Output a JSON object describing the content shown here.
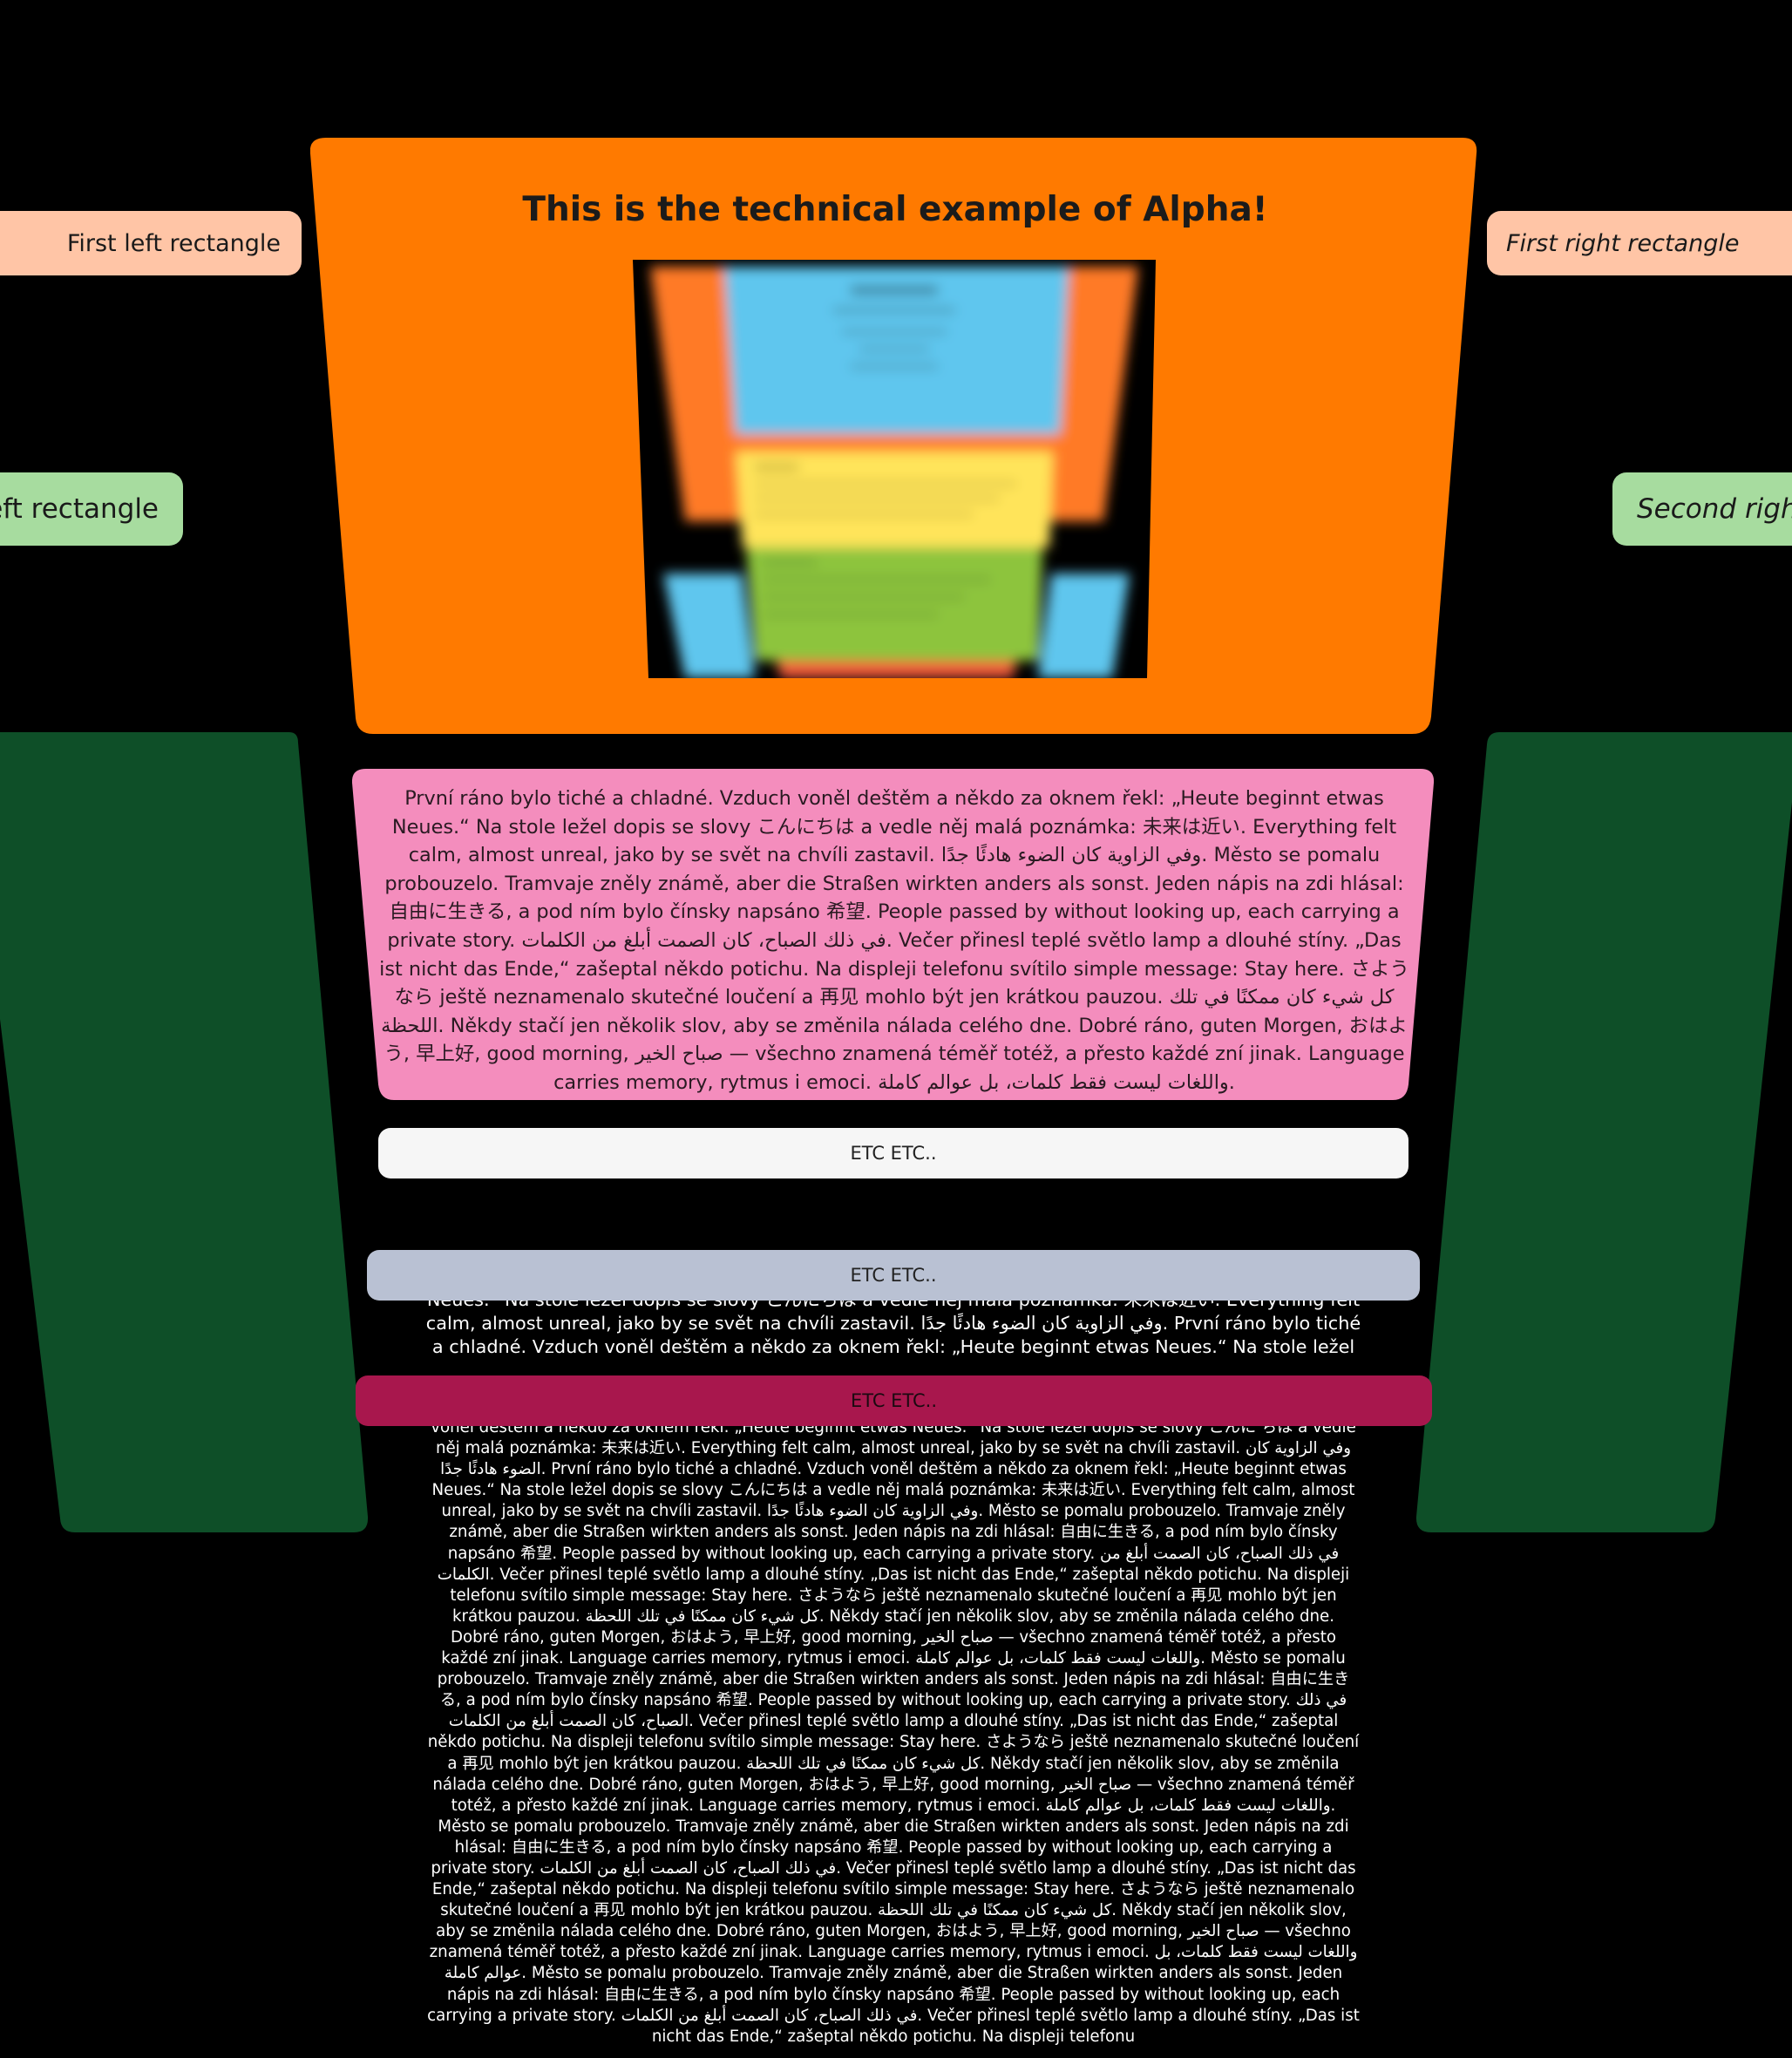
{
  "side": {
    "first_left": "First left rectangle",
    "first_right": "First right rectangle",
    "second_left": "Second left rectangle",
    "second_right": "Second right rectangle"
  },
  "card": {
    "title": "This is the technical example of Alpha!"
  },
  "pink": {
    "text": "První ráno bylo tiché a chladné. Vzduch voněl deštěm a někdo za oknem řekl: „Heute beginnt etwas Neues.“ Na stole ležel dopis se slovy こんにちは a vedle něj malá poznámka: 未来は近い. Everything felt calm, almost unreal, jako by se svět na chvíli zastavil. وفي الزاوية كان الضوء هادئًا جدًا. Město se pomalu probouzelo. Tramvaje zněly známě, aber die Straßen wirkten anders als sonst. Jeden nápis na zdi hlásal: 自由に生きる, a pod ním bylo čínsky napsáno 希望. People passed by without looking up, each carrying a private story. في ذلك الصباح، كان الصمت أبلغ من الكلمات. Večer přinesl teplé světlo lamp a dlouhé stíny. „Das ist nicht das Ende,“ zašeptal někdo potichu. Na displeji telefonu svítilo simple message: Stay here. さようなら ještě neznamenalo skutečné loučení a 再见 mohlo být jen krátkou pauzou. كل شيء كان ممكنًا في تلك اللحظة. Někdy stačí jen několik slov, aby se změnila nálada celého dne. Dobré ráno, guten Morgen, おはよう, 早上好, good morning, صباح الخير — všechno znamená téměř totéž, a přesto každé zní jinak. Language carries memory, rytmus i emoci. واللغات ليست فقط كلمات، بل عوالم كاملة."
  },
  "bars": {
    "white": "ETC ETC..",
    "grey": "ETC ETC..",
    "red": "ETC ETC.."
  },
  "overflow": {
    "strip_text": "Neues.“ Na stole ležel dopis se slovy こんにちは a vedle něj malá poznámka: 未来は近い. Everything felt calm, almost unreal, jako by se svět na chvíli zastavil. وفي الزاوية كان الضوء هادئًا جدًا. První ráno bylo tiché a chladné. Vzduch voněl deštěm a někdo za oknem řekl: „Heute beginnt etwas Neues.“ Na stole ležel",
    "bottom_text": "voněl deštěm a někdo za oknem řekl: „Heute beginnt etwas Neues.“ Na stole ležel dopis se slovy こんに ちは a vedle něj malá poznámka: 未来は近い. Everything felt calm, almost unreal, jako by se svět na chvíli zastavil. وفي الزاوية كان الضوء هادئًا جدًا. První ráno bylo tiché a chladné. Vzduch voněl deštěm a někdo za oknem řekl: „Heute beginnt etwas Neues.“ Na stole ležel dopis se slovy こんにちは a vedle něj malá poznámka: 未来は近い. Everything felt calm, almost unreal, jako by se svět na chvíli zastavil. وفي الزاوية كان الضوء هادئًا جدًا. Město se pomalu probouzelo. Tramvaje zněly známě, aber die Straßen wirkten anders als sonst. Jeden nápis na zdi hlásal: 自由に生きる, a pod ním bylo čínsky napsáno 希望. People passed by without looking up, each carrying a private story. في ذلك الصباح، كان الصمت أبلغ من الكلمات. Večer přinesl teplé světlo lamp a dlouhé stíny. „Das ist nicht das Ende,“ zašeptal někdo potichu. Na displeji telefonu svítilo simple message: Stay here. さようなら ještě neznamenalo skutečné loučení a 再见 mohlo být jen krátkou pauzou. كل شيء كان ممكنًا في تلك اللحظة. Někdy stačí jen několik slov, aby se změnila nálada celého dne. Dobré ráno, guten Morgen, おはよう, 早上好, good morning, صباح الخير — všechno znamená téměř totéž, a přesto každé zní jinak. Language carries memory, rytmus i emoci. واللغات ليست فقط كلمات، بل عوالم كاملة. Město se pomalu probouzelo. Tramvaje zněly známě, aber die Straßen wirkten anders als sonst. Jeden nápis na zdi hlásal: 自由に生きる, a pod ním bylo čínsky napsáno 希望. People passed by without looking up, each carrying a private story. في ذلك الصباح، كان الصمت أبلغ من الكلمات. Večer přinesl teplé světlo lamp a dlouhé stíny. „Das ist nicht das Ende,“ zašeptal někdo potichu. Na displeji telefonu svítilo simple message: Stay here. さようなら ještě neznamenalo skutečné loučení a 再见 mohlo být jen krátkou pauzou. كل شيء كان ممكنًا في تلك اللحظة. Někdy stačí jen několik slov, aby se změnila nálada celého dne. Dobré ráno, guten Morgen, おはよう, 早上好, good morning, صباح الخير — všechno znamená téměř totéž, a přesto každé zní jinak. Language carries memory, rytmus i emoci. واللغات ليست فقط كلمات، بل عوالم كاملة. Město se pomalu probouzelo. Tramvaje zněly známě, aber die Straßen wirkten anders als sonst. Jeden nápis na zdi hlásal: 自由に生きる, a pod ním bylo čínsky napsáno 希望. People passed by without looking up, each carrying a private story. في ذلك الصباح، كان الصمت أبلغ من الكلمات. Večer přinesl teplé světlo lamp a dlouhé stíny. „Das ist nicht das Ende,“ zašeptal někdo potichu. Na displeji telefonu svítilo simple message: Stay here. さようなら ještě neznamenalo skutečné loučení a 再见 mohlo být jen krátkou pauzou. كل شيء كان ممكنًا في تلك اللحظة. Někdy stačí jen několik slov, aby se změnila nálada celého dne. Dobré ráno, guten Morgen, おはよう, 早上好, good morning, صباح الخير — všechno znamená téměř totéž, a přesto každé zní jinak. Language carries memory, rytmus i emoci. واللغات ليست فقط كلمات، بل عوالم كاملة. Město se pomalu probouzelo. Tramvaje zněly známě, aber die Straßen wirkten anders als sonst. Jeden nápis na zdi hlásal: 自由に生きる, a pod ním bylo čínsky napsáno 希望. People passed by without looking up, each carrying a private story. في ذلك الصباح، كان الصمت أبلغ من الكلمات. Večer přinesl teplé světlo lamp a dlouhé stíny. „Das ist nicht das Ende,“ zašeptal někdo potichu. Na displeji telefonu"
  },
  "colors": {
    "background": "#000000",
    "orange": "#ff7a00",
    "pink": "#f48dbd",
    "green_panel": "#0e4f28",
    "peach": "#ffc5a6",
    "mint": "#a7dc9f",
    "bar_white": "#f6f6f6",
    "bar_grey": "#b9c1d3",
    "bar_red": "#a8174d"
  }
}
